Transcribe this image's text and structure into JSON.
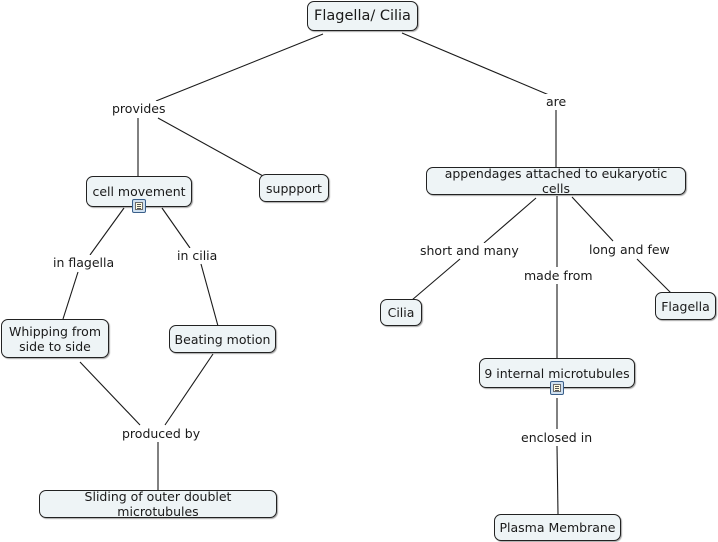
{
  "concepts": {
    "root": "Flagella/ Cilia",
    "cell_movement": "cell movement",
    "support": "suppport",
    "appendages": "appendages attached to eukaryotic cells",
    "whipping": "Whipping from\nside to side",
    "beating": "Beating motion",
    "cilia": "Cilia",
    "flagella": "Flagella",
    "microtubules": "9 internal microtubules",
    "sliding": "Sliding of outer doublet microtubules",
    "membrane": "Plasma Membrane"
  },
  "linking_phrases": {
    "provides": "provides",
    "are": "are",
    "in_flagella": "in flagella",
    "in_cilia": "in cilia",
    "short_many": "short and many",
    "made_from": "made from",
    "long_few": "long and few",
    "produced_by": "produced by",
    "enclosed_in": "enclosed in"
  },
  "resource_icons": [
    "attached-resource-icon",
    "attached-resource-icon"
  ]
}
